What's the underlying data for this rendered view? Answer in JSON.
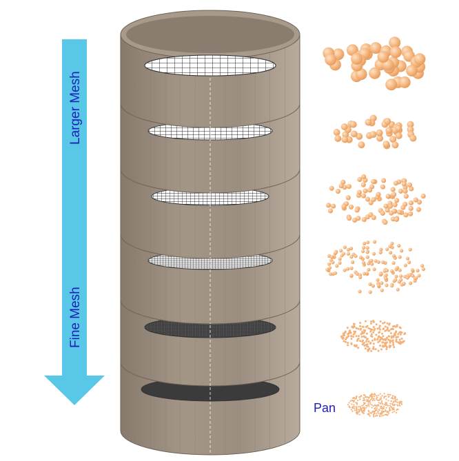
{
  "labels": {
    "top_arrow_label": "Larger Mesh",
    "bottom_arrow_label": "Fine Mesh",
    "pan_label": "Pan"
  },
  "colors": {
    "sieve_body": "#978a7c",
    "sieve_body_light": "#b3a698",
    "sieve_rim": "#a89a8b",
    "sieve_inner": "#7f7163",
    "mesh_line": "#222222",
    "arrow": "#59c8e8",
    "label_text": "#1d1db8",
    "particle": "#f3b27a",
    "particle_highlight": "#fde2c6"
  },
  "particle_groups": [
    {
      "name": "largest",
      "count": 38
    },
    {
      "name": "large",
      "count": 40
    },
    {
      "name": "medium",
      "count": 90
    },
    {
      "name": "small",
      "count": 140
    },
    {
      "name": "fine",
      "count": 260
    },
    {
      "name": "finest-pan",
      "count": 320
    }
  ]
}
